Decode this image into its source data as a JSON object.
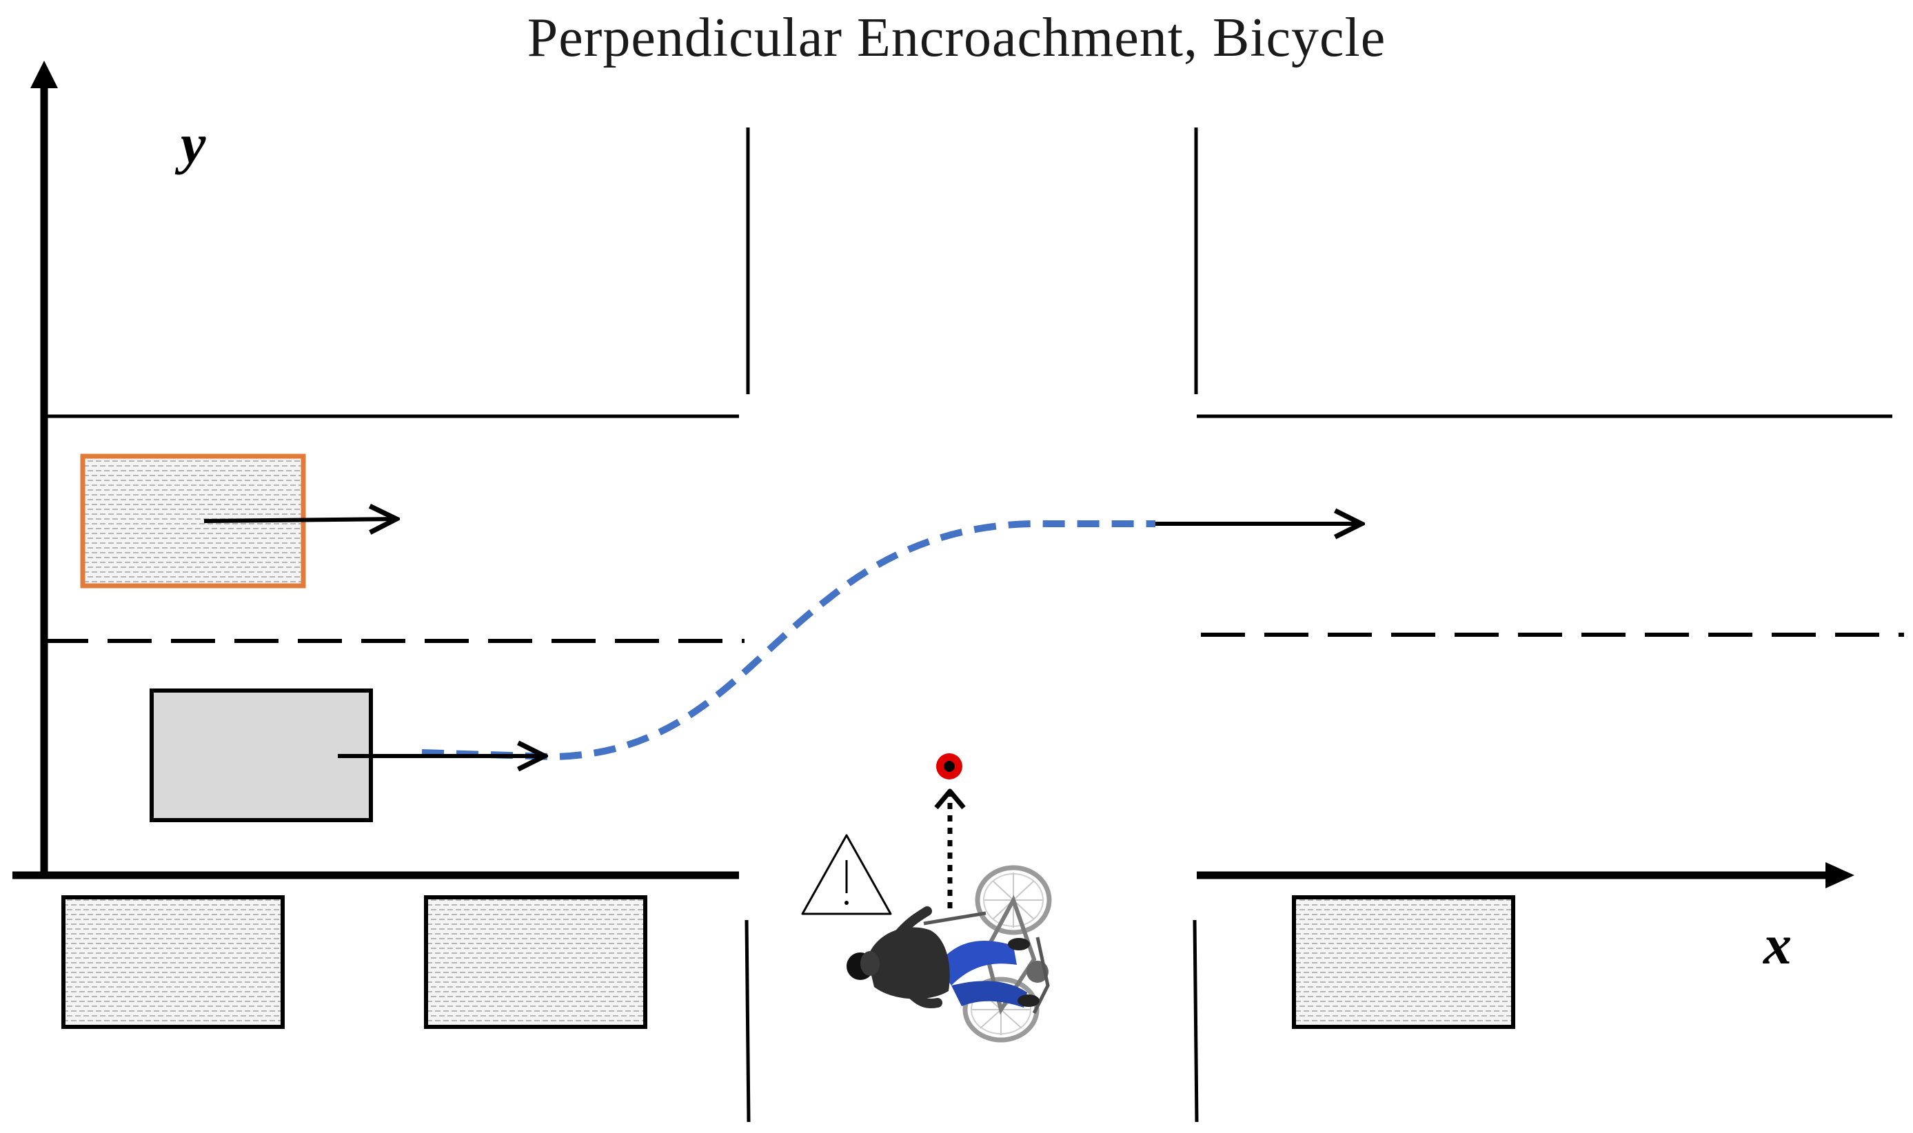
{
  "title": "Perpendicular Encroachment, Bicycle",
  "axes": {
    "x_label": "x",
    "y_label": "y"
  },
  "elements": {
    "ego_vehicle": "gray rectangle vehicle in lower lane",
    "lead_vehicle": "orange-outlined rectangle vehicle in upper lane",
    "parked_cars": 3,
    "cyclist": "bicycle rider crossing perpendicular to the road",
    "warning_icon": "warning-triangle-icon",
    "collision_point": "red-circle"
  },
  "colors": {
    "trajectory": "#4472C4",
    "lead_vehicle_outline": "#E07B39",
    "ego_vehicle_fill": "#D9D9D9",
    "collision_point": "#E00000",
    "cyclist_pants": "#2B4FC4",
    "cyclist_jacket": "#2E2E2E"
  }
}
